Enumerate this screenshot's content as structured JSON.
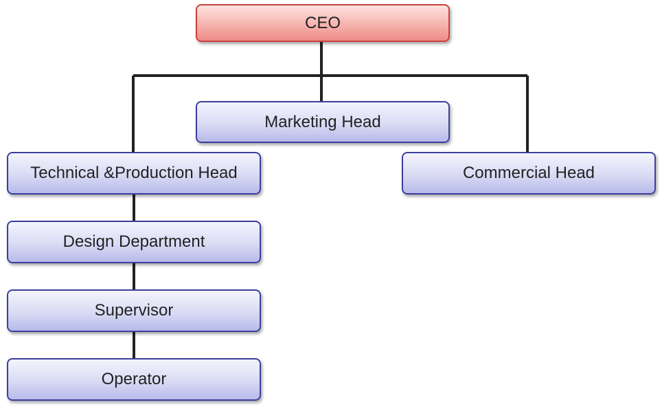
{
  "org_chart": {
    "nodes": {
      "ceo": "CEO",
      "marketing_head": "Marketing Head",
      "technical_production_head": "Technical &Production Head",
      "commercial_head": "Commercial Head",
      "design_department": "Design Department",
      "supervisor": "Supervisor",
      "operator": "Operator"
    },
    "edges": [
      [
        "CEO",
        "Marketing Head"
      ],
      [
        "CEO",
        "Technical &Production Head"
      ],
      [
        "CEO",
        "Commercial Head"
      ],
      [
        "Technical &Production Head",
        "Design Department"
      ],
      [
        "Design Department",
        "Supervisor"
      ],
      [
        "Supervisor",
        "Operator"
      ]
    ],
    "colors": {
      "root_fill": "#f6b3ae",
      "root_border": "#c9413c",
      "node_fill": "#d9dbf4",
      "node_border": "#3b3f9c",
      "connector": "#222222"
    }
  }
}
